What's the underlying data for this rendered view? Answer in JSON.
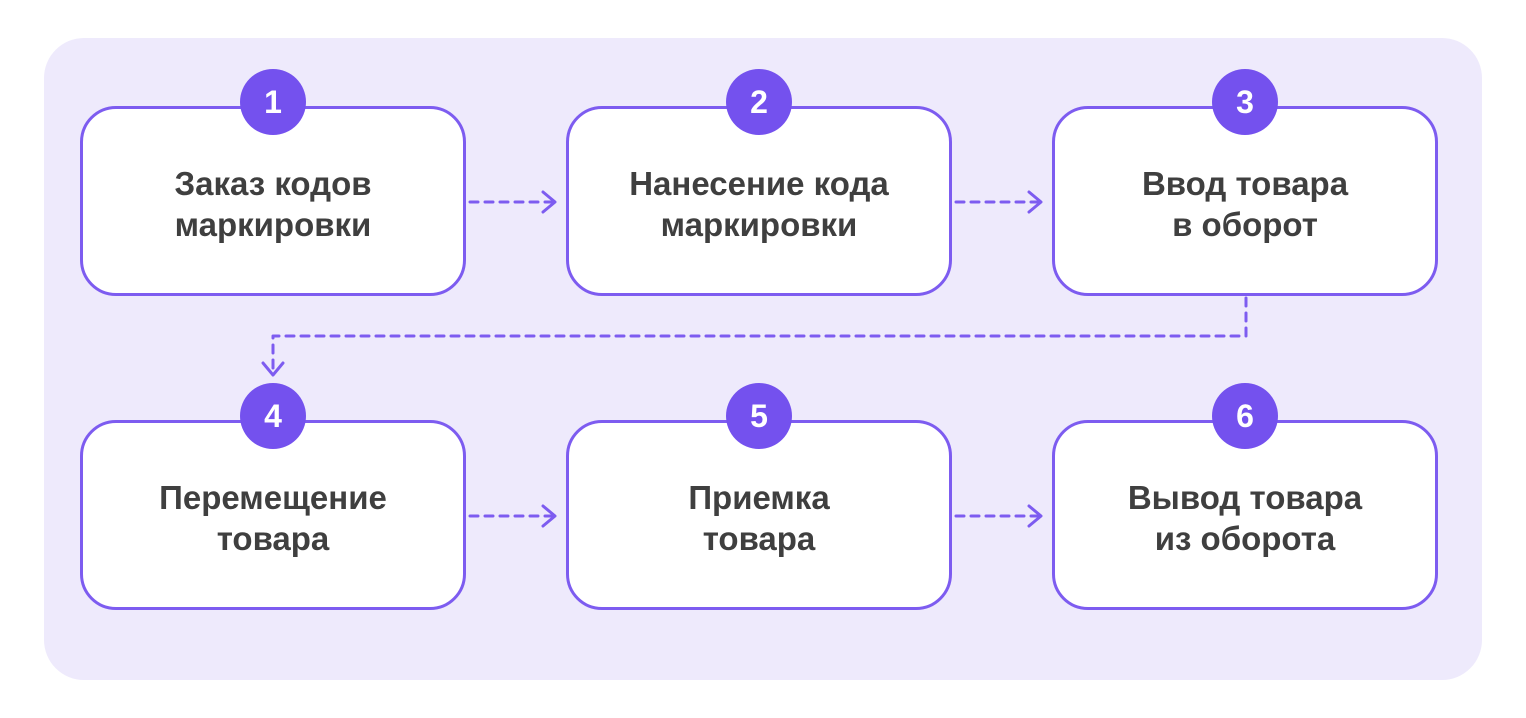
{
  "diagram": {
    "colors": {
      "panel_background": "#eeeafc",
      "accent": "#7451ee",
      "card_border": "#7d5cf0",
      "text": "#3f3f3f"
    },
    "steps": [
      {
        "number": "1",
        "label": "Заказ кодов\nмаркировки"
      },
      {
        "number": "2",
        "label": "Нанесение кода\nмаркировки"
      },
      {
        "number": "3",
        "label": "Ввод товара\nв оборот"
      },
      {
        "number": "4",
        "label": "Перемещение\nтовара"
      },
      {
        "number": "5",
        "label": "Приемка\nтовара"
      },
      {
        "number": "6",
        "label": "Вывод товара\nиз оборота"
      }
    ],
    "connections": [
      {
        "from": "1",
        "to": "2"
      },
      {
        "from": "2",
        "to": "3"
      },
      {
        "from": "3",
        "to": "4"
      },
      {
        "from": "4",
        "to": "5"
      },
      {
        "from": "5",
        "to": "6"
      }
    ]
  }
}
